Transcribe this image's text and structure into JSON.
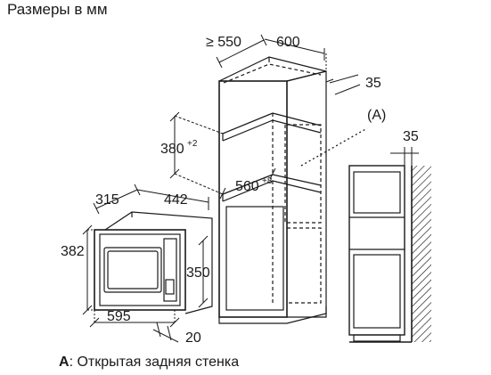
{
  "title": "Размеры в мм",
  "caption": {
    "letter": "A",
    "text": ": Открытая задняя стенка"
  },
  "marker": "(A)",
  "dims": {
    "cab_depth": "≥ 550",
    "cab_width": "600",
    "cab_gap": "35",
    "niche_h": "380",
    "niche_h_tol": "+2",
    "niche_w": "560",
    "niche_w_tol": "+8",
    "side_gap": "35",
    "mw_depth": "315",
    "mw_width_top": "442",
    "mw_height": "382",
    "mw_inner_h": "350",
    "mw_front_w": "595",
    "mw_frame": "20"
  },
  "colors": {
    "line": "#1a1a1a",
    "dash": "#333333",
    "shade": "#cfcfcf"
  }
}
